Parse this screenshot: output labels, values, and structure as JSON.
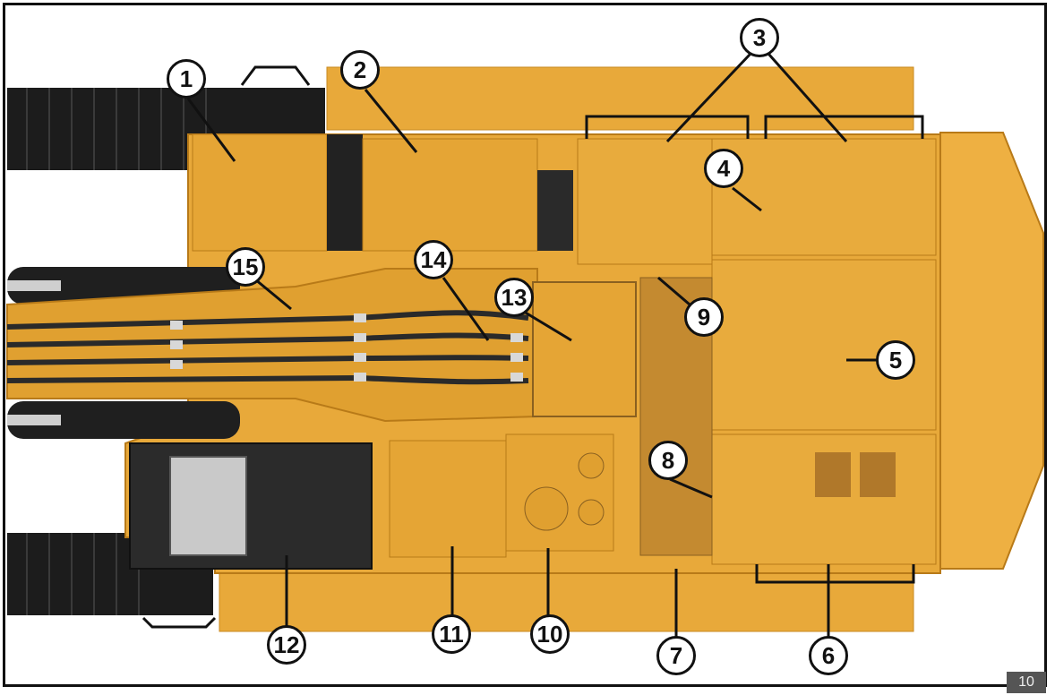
{
  "diagram": {
    "callouts": [
      "1",
      "2",
      "3",
      "4",
      "5",
      "6",
      "7",
      "8",
      "9",
      "10",
      "11",
      "12",
      "13",
      "14",
      "15"
    ],
    "page_number": "10",
    "colors": {
      "body": "#e8a93a",
      "body_dark": "#c98a22",
      "track": "#1c1c1c",
      "hose": "#2a2a2a",
      "outline": "#111111"
    }
  }
}
